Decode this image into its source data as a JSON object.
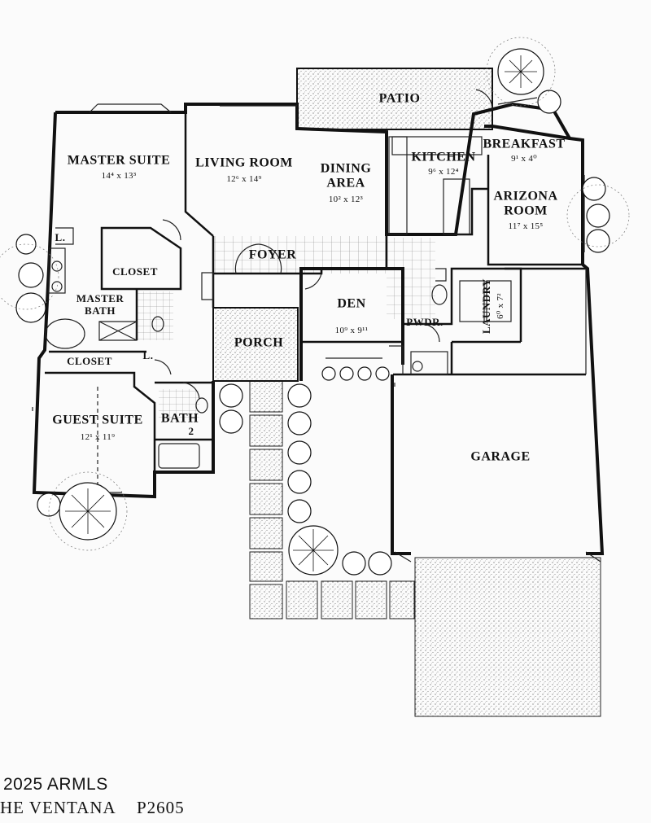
{
  "rooms": {
    "patio": {
      "name": "PATIO"
    },
    "master_suite": {
      "name": "MASTER SUITE",
      "dims": "14⁴ x 13³"
    },
    "living_room": {
      "name": "LIVING ROOM",
      "dims": "12⁶ x 14⁹"
    },
    "dining_area": {
      "name_line1": "DINING",
      "name_line2": "AREA",
      "dims": "10² x 12³"
    },
    "kitchen": {
      "name": "KITCHEN",
      "dims": "9⁶ x 12⁴"
    },
    "breakfast": {
      "name": "BREAKFAST",
      "dims": "9¹ x 4⁰"
    },
    "arizona_room": {
      "name_line1": "ARIZONA",
      "name_line2": "ROOM",
      "dims": "11⁷ x 15⁵"
    },
    "foyer": {
      "name": "FOYER"
    },
    "closet_master": {
      "name": "CLOSET"
    },
    "master_bath": {
      "name_line1": "MASTER",
      "name_line2": "BATH"
    },
    "linen_1": {
      "name": "L."
    },
    "linen_2": {
      "name": "L."
    },
    "closet_hall": {
      "name": "CLOSET"
    },
    "den": {
      "name": "DEN",
      "dims": "10⁹ x 9¹¹"
    },
    "porch": {
      "name": "PORCH"
    },
    "powder": {
      "name": "PWDR."
    },
    "laundry": {
      "name": "LAUNDRY",
      "dims": "6⁰ x 7²"
    },
    "guest_suite": {
      "name": "GUEST SUITE",
      "dims": "12¹ x 11⁹"
    },
    "bath2": {
      "name": "BATH",
      "number": "2"
    },
    "garage": {
      "name": "GARAGE"
    }
  },
  "footer": {
    "copyright": "2025 ARMLS",
    "plan_name": "HE VENTANA",
    "plan_number": "P2605"
  }
}
